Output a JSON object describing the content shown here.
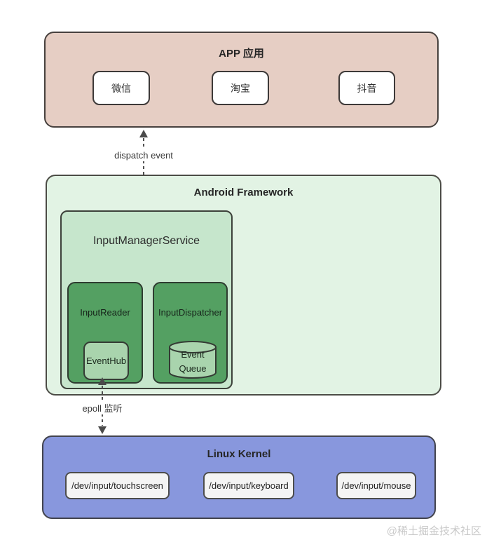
{
  "app_layer": {
    "title": "APP 应用",
    "apps": [
      "微信",
      "淘宝",
      "抖音"
    ]
  },
  "framework_layer": {
    "title": "Android Framework",
    "ims": {
      "label": "InputManagerService",
      "reader": {
        "label": "InputReader",
        "event_hub": "EventHub"
      },
      "dispatcher": {
        "label": "InputDispatcher",
        "queue_line1": "Event",
        "queue_line2": "Queue"
      }
    }
  },
  "kernel_layer": {
    "title": "Linux Kernel",
    "devices": [
      "/dev/input/touchscreen",
      "/dev/input/keyboard",
      "/dev/input/mouse"
    ]
  },
  "arrows": {
    "dispatch_label": "dispatch event",
    "epoll_label": "epoll 监听"
  },
  "watermark": "@稀土掘金技术社区",
  "colors": {
    "app_layer_fill": "#e6cec4",
    "framework_fill": "#e2f3e4",
    "ims_fill": "#c6e6cc",
    "thread_fill": "#54a062",
    "eventhub_fill": "#a9d4ad",
    "kernel_fill": "#8897dd",
    "chip_fill": "#ffffff",
    "dev_chip_fill": "#f4f4f4",
    "border_dark": "#47413e",
    "arrow": "#4f4f4f",
    "watermark": "#c9c9c9"
  }
}
